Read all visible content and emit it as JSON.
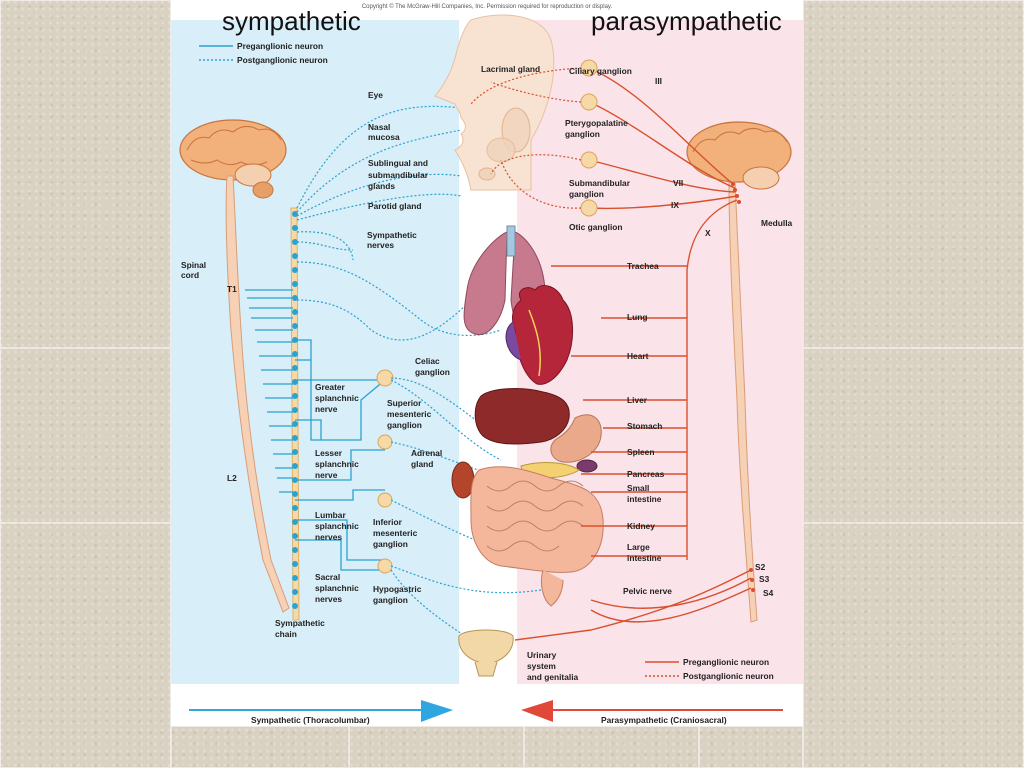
{
  "slide": {
    "title_left": "sympathetic",
    "title_right": "parasympathetic"
  },
  "figure": {
    "copyright": "Copyright © The McGraw-Hill Companies, Inc. Permission required for reproduction or display.",
    "legend_sym": {
      "pre": "Preganglionic neuron",
      "post": "Postganglionic neuron"
    },
    "legend_para": {
      "pre": "Preganglionic neuron",
      "post": "Postganglionic neuron"
    },
    "bottom": {
      "sym": "Sympathetic (Thoracolumbar)",
      "para": "Parasympathetic (Craniosacral)"
    },
    "colors": {
      "sym_bg": "#d8eef8",
      "para_bg": "#fbe3ea",
      "sym_line": "#2aa3cf",
      "para_line": "#d9502e"
    },
    "labels": {
      "eye": "Eye",
      "nasal": "Nasal",
      "mucosa": "mucosa",
      "sublingual": "Sublingual and",
      "submandibular_glands": "submandibular",
      "glands": "glands",
      "parotid": "Parotid gland",
      "lacrimal": "Lacrimal gland",
      "ciliary": "Ciliary ganglion",
      "pterygo1": "Pterygopalatine",
      "pterygo2": "ganglion",
      "submand_g1": "Submandibular",
      "submand_g2": "ganglion",
      "otic": "Otic ganglion",
      "cn3": "III",
      "cn7": "VII",
      "cn9": "IX",
      "cn10": "X",
      "medulla": "Medulla",
      "symp_nerves1": "Sympathetic",
      "symp_nerves2": "nerves",
      "spinal1": "Spinal",
      "spinal2": "cord",
      "t1": "T1",
      "l2": "L2",
      "celiac1": "Celiac",
      "celiac2": "ganglion",
      "greater1": "Greater",
      "greater2": "splanchnic",
      "greater3": "nerve",
      "supmes1": "Superior",
      "supmes2": "mesenteric",
      "supmes3": "ganglion",
      "lesser1": "Lesser",
      "lesser2": "splanchnic",
      "lesser3": "nerve",
      "adrenal1": "Adrenal",
      "adrenal2": "gland",
      "lumbar1": "Lumbar",
      "lumbar2": "splanchnic",
      "lumbar3": "nerves",
      "infmes1": "Inferior",
      "infmes2": "mesenteric",
      "infmes3": "ganglion",
      "sacral1": "Sacral",
      "sacral2": "splanchnic",
      "sacral3": "nerves",
      "hypogastric1": "Hypogastric",
      "hypogastric2": "ganglion",
      "chain1": "Sympathetic",
      "chain2": "chain",
      "trachea": "Trachea",
      "lung": "Lung",
      "heart": "Heart",
      "liver": "Liver",
      "stomach": "Stomach",
      "spleen": "Spleen",
      "pancreas": "Pancreas",
      "small1": "Small",
      "small2": "intestine",
      "kidney": "Kidney",
      "large1": "Large",
      "large2": "intestine",
      "pelvic": "Pelvic nerve",
      "s2": "S2",
      "s3": "S3",
      "s4": "S4",
      "urinary1": "Urinary",
      "urinary2": "system",
      "urinary3": "and genitalia"
    }
  }
}
